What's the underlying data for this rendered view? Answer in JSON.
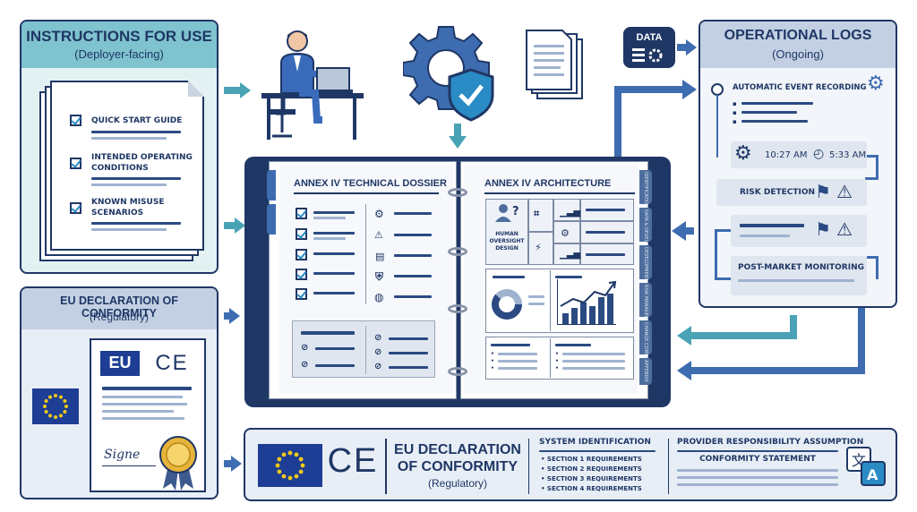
{
  "instructions_panel": {
    "title": "INSTRUCTIONS FOR USE",
    "subtitle": "(Deployer-facing)",
    "items": [
      "QUICK START GUIDE",
      "INTENDED OPERATING\nCONDITIONS",
      "KNOWN MISUSE\nSCENARIOS"
    ]
  },
  "declaration_panel": {
    "title": "EU DECLARATION OF CONFORMITY",
    "subtitle": "(Regulatory)",
    "eu_label": "EU",
    "ce_label": "CE",
    "signature": "Signe"
  },
  "top_icons": {
    "data_label": "DATA"
  },
  "binder": {
    "left_title": "ANNEX IV TECHNICAL DOSSIER",
    "right_title": "ANNEX IV ARCHITECTURE",
    "oversight_label": "HUMAN\nOVERSIGHT\nDESIGN",
    "tabs": [
      "IDENTIFICATION",
      "DATA & DEVELOPMENT",
      "DEVELOPMENT",
      "RISK MANAGEMENT",
      "CHANGE CONTROL",
      "APPENDIX"
    ]
  },
  "logs_panel": {
    "title": "OPERATIONAL LOGS",
    "subtitle": "(Ongoing)",
    "auto_event": "AUTOMATIC EVENT RECORDING",
    "time_start": "10:27 AM",
    "time_end": "5:33 AM",
    "risk_detection": "RISK DETECTION",
    "post_market": "POST-MARKET MONITORING"
  },
  "bottom_panel": {
    "title_line1": "EU DECLARATION",
    "title_line2": "OF CONFORMITY",
    "subtitle": "(Regulatory)",
    "system_identification": "SYSTEM IDENTIFICATION",
    "requirements": [
      "SECTION 1 REQUIREMENTS",
      "SECTION 2 REQUIREMENTS",
      "SECTION 3 REQUIREMENTS",
      "SECTION 4 REQUIREMENTS"
    ],
    "provider_responsibility": "PROVIDER RESPONSIBILITY ASSUMPTION",
    "conformity_statement": "CONFORMITY STATEMENT",
    "ce_label": "CE"
  },
  "colors": {
    "navy": "#1f3765",
    "teal": "#4aa3b5",
    "eu_blue": "#1d3e94",
    "eu_star": "#f2c919",
    "panel_teal_bg": "#e3f1f3",
    "panel_blue_bg": "#e8eef6"
  }
}
